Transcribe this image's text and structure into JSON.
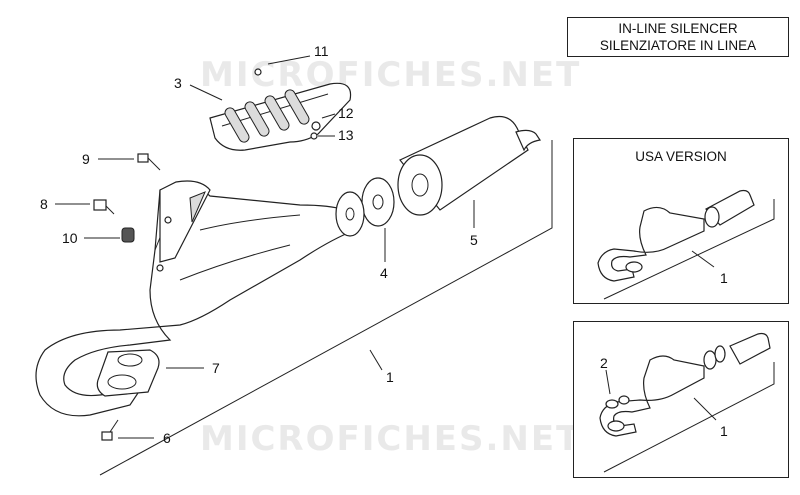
{
  "title": {
    "line1": "IN-LINE SILENCER",
    "line2": "SILENZIATORE IN LINEA"
  },
  "watermark": "MICROFICHES.NET",
  "inset_usa": {
    "title": "USA VERSION",
    "callout": "1"
  },
  "inset_alt": {
    "callouts": [
      "2",
      "1"
    ]
  },
  "callouts": {
    "c1": "1",
    "c3": "3",
    "c4": "4",
    "c5": "5",
    "c6": "6",
    "c7": "7",
    "c8": "8",
    "c9": "9",
    "c10": "10",
    "c11": "11",
    "c12": "12",
    "c13": "13"
  }
}
